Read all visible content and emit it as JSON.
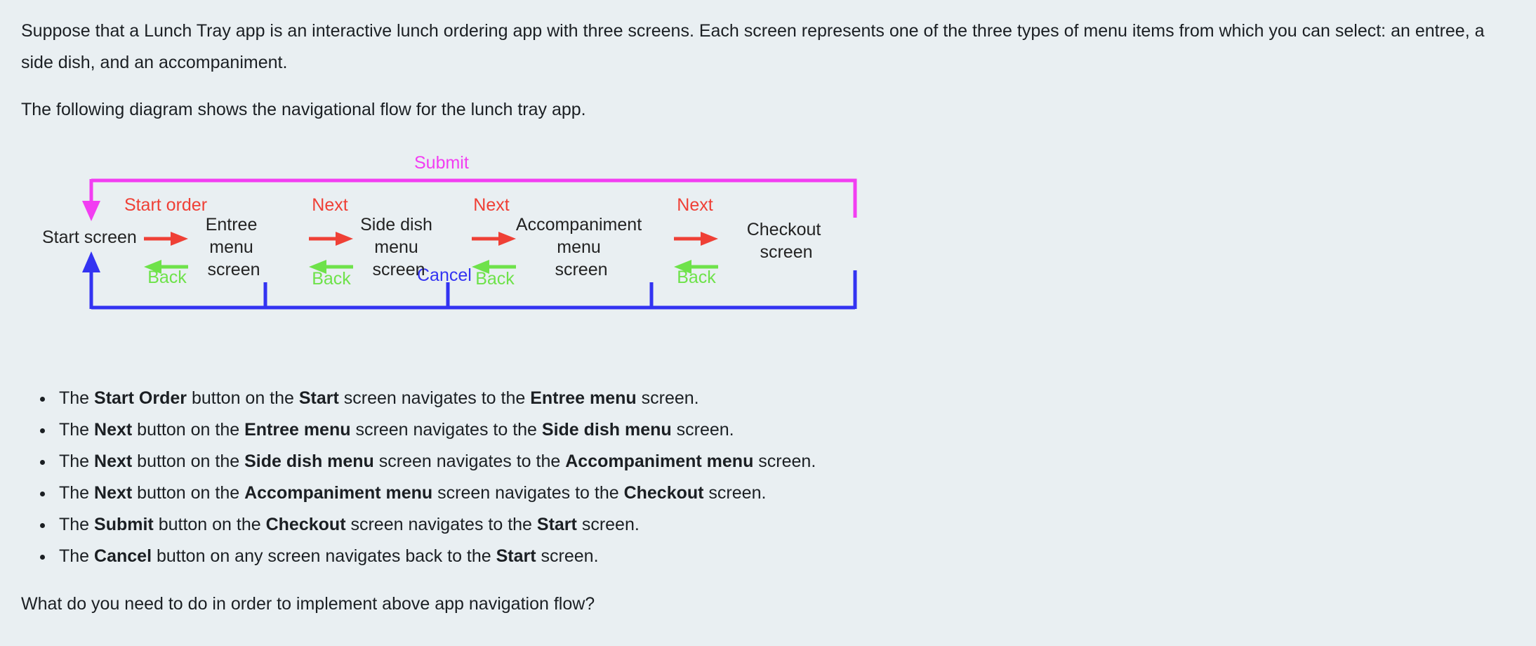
{
  "colors": {
    "background": "#e9eff2",
    "text": "#1b1f23",
    "next_red": "#ef4036",
    "back_green": "#6ee24a",
    "submit_magenta": "#f23ef2",
    "cancel_blue": "#3333f2",
    "node_text": "#232323"
  },
  "intro": {
    "paragraph_1": "Suppose that a Lunch Tray app is an interactive lunch ordering app with three screens. Each screen represents one of the three types of menu items from which you can select: an entree, a side dish, and an accompaniment.",
    "paragraph_2": "The following diagram shows the navigational flow for the lunch tray app."
  },
  "diagram": {
    "nodes": [
      {
        "id": "start",
        "lines": [
          "Start screen"
        ]
      },
      {
        "id": "entree",
        "lines": [
          "Entree",
          "menu",
          "screen"
        ]
      },
      {
        "id": "side_dish",
        "lines": [
          "Side dish",
          "menu",
          "screen"
        ]
      },
      {
        "id": "accompaniment",
        "lines": [
          "Accompaniment",
          "menu",
          "screen"
        ]
      },
      {
        "id": "checkout",
        "lines": [
          "Checkout",
          "screen"
        ]
      }
    ],
    "forward_labels": [
      "Start order",
      "Next",
      "Next",
      "Next"
    ],
    "back_labels": [
      "Back",
      "Back",
      "Back",
      "Back"
    ],
    "submit_label": "Submit",
    "cancel_label": "Cancel"
  },
  "bullets": [
    {
      "pre": "The ",
      "b1": "Start Order",
      "mid1": " button on the ",
      "b2": "Start",
      "mid2": " screen navigates to the ",
      "b3": "Entree menu",
      "post": " screen."
    },
    {
      "pre": "The ",
      "b1": "Next",
      "mid1": " button on the ",
      "b2": "Entree menu",
      "mid2": " screen navigates to the ",
      "b3": "Side dish menu",
      "post": " screen."
    },
    {
      "pre": "The ",
      "b1": "Next",
      "mid1": " button on the ",
      "b2": "Side dish menu",
      "mid2": " screen navigates to the ",
      "b3": "Accompaniment menu",
      "post": " screen."
    },
    {
      "pre": "The ",
      "b1": "Next",
      "mid1": " button on the ",
      "b2": "Accompaniment menu",
      "mid2": " screen navigates to the ",
      "b3": "Checkout",
      "post": " screen."
    },
    {
      "pre": "The ",
      "b1": "Submit",
      "mid1": " button on the ",
      "b2": "Checkout",
      "mid2": " screen navigates to the ",
      "b3": "Start",
      "post": " screen."
    },
    {
      "pre": "The ",
      "b1": "Cancel",
      "mid1": " button on any screen navigates back to the ",
      "b2": "Start",
      "mid2": " screen.",
      "b3": "",
      "post": ""
    }
  ],
  "closing": {
    "question": "What do you need to do in order to implement above app navigation flow?"
  }
}
